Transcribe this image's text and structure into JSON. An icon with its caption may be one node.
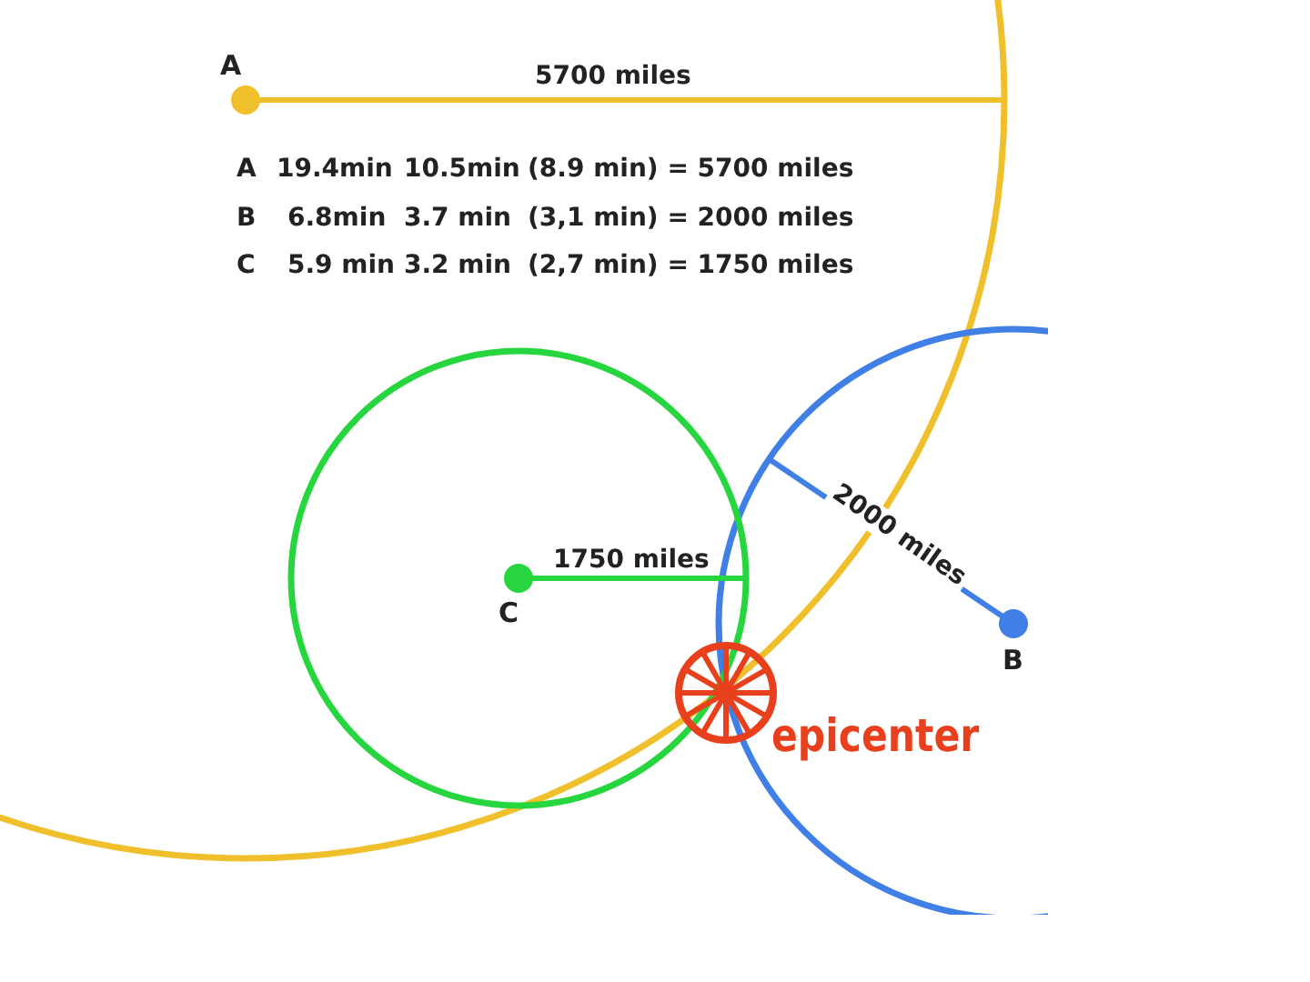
{
  "diagram": {
    "nodes": [
      {
        "text": [
          "A"
        ]
      },
      {
        "text": [
          "B"
        ]
      },
      {
        "text": [
          "C"
        ]
      },
      {
        "text": [
          "epicenter"
        ]
      }
    ],
    "labels": [
      "5700 miles",
      "A",
      "19.4min",
      "10.5min",
      "(8.9 min) = 5700 miles",
      "B",
      "6.8min",
      "3.7 min",
      "(3,1 min) = 2000 miles",
      "C",
      "5.9 min",
      "3.2 min",
      "(2,7 min) = 1750 miles",
      "2000 miles",
      "1750 miles"
    ]
  }
}
